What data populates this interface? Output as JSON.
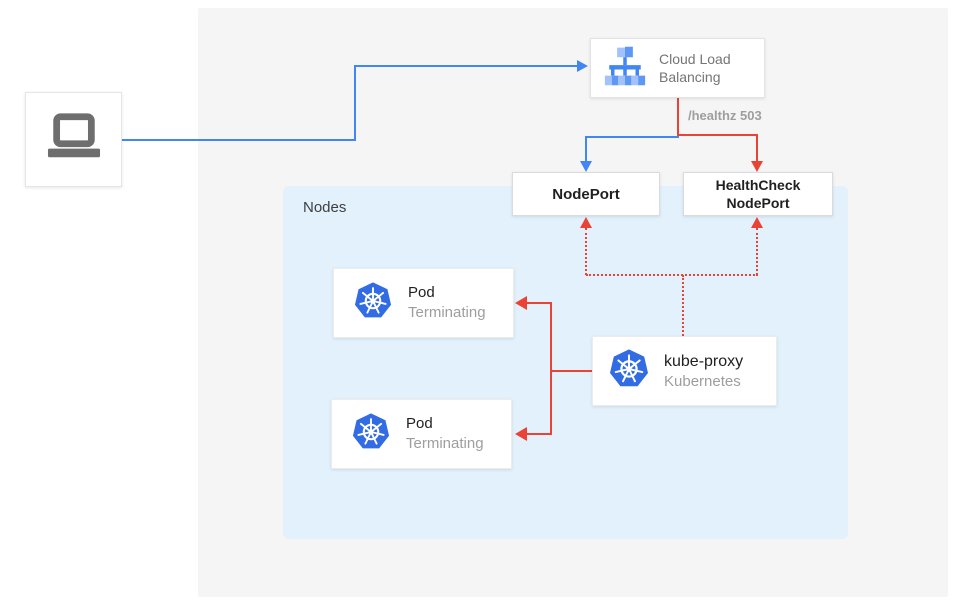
{
  "colors": {
    "blue": "#4285F4",
    "red": "#EA4335",
    "panel": "#F5F5F5",
    "nodes_bg": "#E3F1FC",
    "k8s_blue": "#326CE5",
    "icon_light_blue": "#A1C2FA",
    "icon_mid_blue": "#5E97F6",
    "gray_text": "#757575",
    "dark_text": "#212121",
    "muted_text": "#9E9E9E",
    "laptop_gray": "#6E6E6E"
  },
  "nodes_panel": {
    "label": "Nodes"
  },
  "load_balancer": {
    "line1": "Cloud Load",
    "line2": "Balancing"
  },
  "edge_labels": {
    "healthz": "/healthz 503"
  },
  "node_port": {
    "label": "NodePort"
  },
  "healthcheck_node_port": {
    "line1": "HealthCheck",
    "line2": "NodePort"
  },
  "pods": [
    {
      "title": "Pod",
      "status": "Terminating"
    },
    {
      "title": "Pod",
      "status": "Terminating"
    }
  ],
  "kube_proxy": {
    "title": "kube-proxy",
    "subtitle": "Kubernetes"
  }
}
